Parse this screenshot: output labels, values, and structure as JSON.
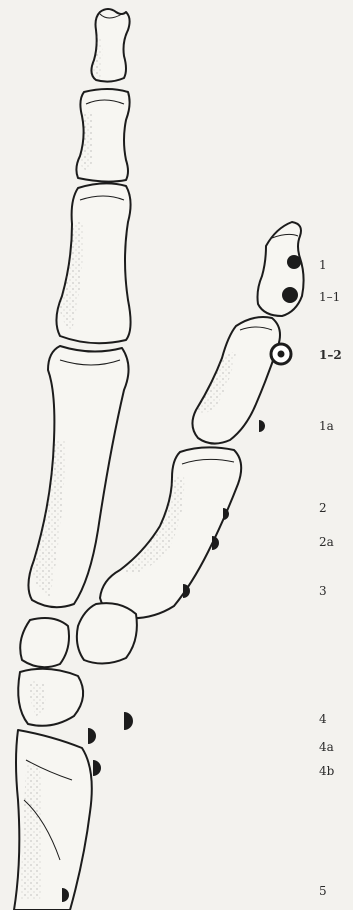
{
  "labels": {
    "l1": "1",
    "l1_1": "1–1",
    "l1_2": "1–2",
    "l1a": "1a",
    "l2": "2",
    "l2a": "2a",
    "l3": "3",
    "l4": "4",
    "l4a": "4a",
    "l4b": "4b",
    "l5": "5"
  },
  "colors": {
    "paper": "#f3f2ee",
    "ink": "#1c1c1c",
    "bone": "#f7f6f2"
  }
}
